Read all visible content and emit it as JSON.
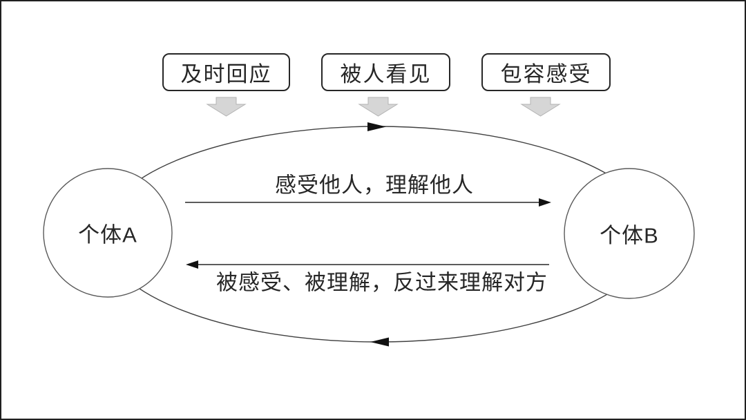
{
  "slide": {
    "background": "#ffffff",
    "frame_color": "#1f1f1f"
  },
  "top_boxes": [
    {
      "label": "及时回应"
    },
    {
      "label": "被人看见"
    },
    {
      "label": "包容感受"
    }
  ],
  "down_arrow_icon": {
    "fill": "#d6d6d6",
    "stroke": "#b3b3b3"
  },
  "nodes": {
    "left": {
      "label": "个体A"
    },
    "right": {
      "label": "个体B"
    }
  },
  "flows": {
    "forward": {
      "label": "感受他人，理解他人"
    },
    "backward": {
      "label": "被感受、被理解，反过来理解对方"
    }
  },
  "line_color": "#404040",
  "circle_stroke": "#595959"
}
